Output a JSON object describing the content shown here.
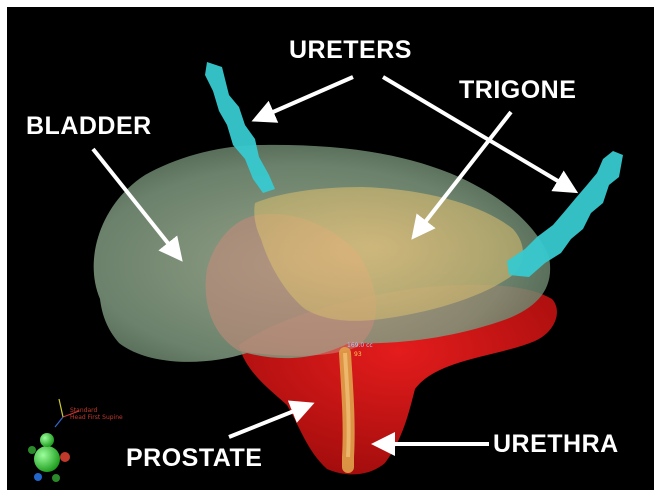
{
  "labels": {
    "ureters": "URETERS",
    "bladder": "BLADDER",
    "trigone": "TRIGONE",
    "prostate": "PROSTATE",
    "urethra": "URETHRA"
  },
  "viewer": {
    "volume_readout": "169.0 cc",
    "readout_sub": "93",
    "axis_caption_line1": "Standard",
    "axis_caption_line2": "Head First Supine"
  },
  "colors": {
    "background": "#000000",
    "bladder": "#7f9a80",
    "trigone": "#d9bf6a",
    "prostate": "#c81010",
    "ureters": "#37c9cf",
    "urethra": "#e0a24a",
    "label_text": "#ffffff",
    "orientation_figure": "#33cc33"
  },
  "icons": [
    "orientation-figure-icon",
    "axis-triad-icon"
  ]
}
